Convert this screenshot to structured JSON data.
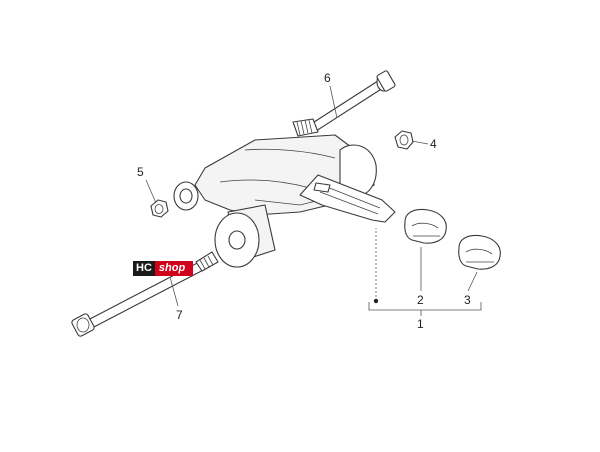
{
  "callouts": {
    "c1": "1",
    "c2": "2",
    "c3": "3",
    "c4": "4",
    "c5": "5",
    "c6": "6",
    "c7": "7"
  },
  "watermark": {
    "part1": "HC",
    "part2": "shop"
  },
  "colors": {
    "line": "#3a3a3a",
    "watermark_dark": "#1a1a1a",
    "watermark_red": "#d0021b"
  }
}
